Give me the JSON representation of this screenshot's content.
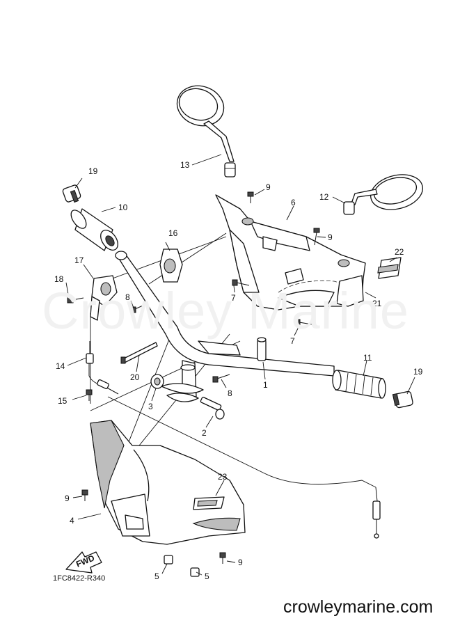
{
  "watermark": "Crowley Marine",
  "drawing_code": "1FC8422-R340",
  "site": "crowleymarine.com",
  "fwd_label": "FWD",
  "callouts": [
    "19",
    "10",
    "13",
    "9",
    "6",
    "12",
    "9",
    "16",
    "17",
    "18",
    "8",
    "7",
    "22",
    "21",
    "7",
    "14",
    "20",
    "3",
    "8",
    "11",
    "1",
    "19",
    "15",
    "2",
    "23",
    "9",
    "4",
    "9",
    "5",
    "5"
  ]
}
